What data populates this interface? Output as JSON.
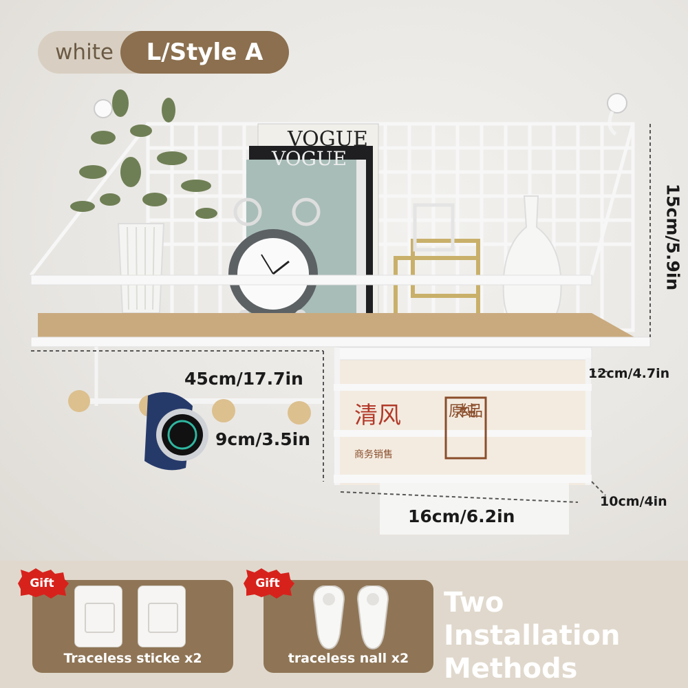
{
  "badge": {
    "color": "white",
    "style": "L/Style A"
  },
  "dimensions": {
    "height": "15cm/5.9in",
    "width": "45cm/17.7in",
    "box_depth": "12cm/4.7in",
    "hook_height": "9cm/3.5in",
    "box_width": "16cm/6.2in",
    "box_height": "10cm/4in"
  },
  "product_text": {
    "magazine_top": "VOGUE",
    "magazine_second": "VOGUE",
    "tissue_brand": "清风",
    "tissue_label": "原木纯品",
    "tissue_sub": "商务销售"
  },
  "gifts": {
    "gift_label": "Gift",
    "stickers": "Traceless sticke x2",
    "nails": "traceless nall x2"
  },
  "installation": {
    "line1": "Two Installation",
    "line2": "Methods"
  },
  "colors": {
    "brown": "#8b6f4e",
    "beige": "#d8cfc2",
    "gift_red": "#d7221c"
  }
}
